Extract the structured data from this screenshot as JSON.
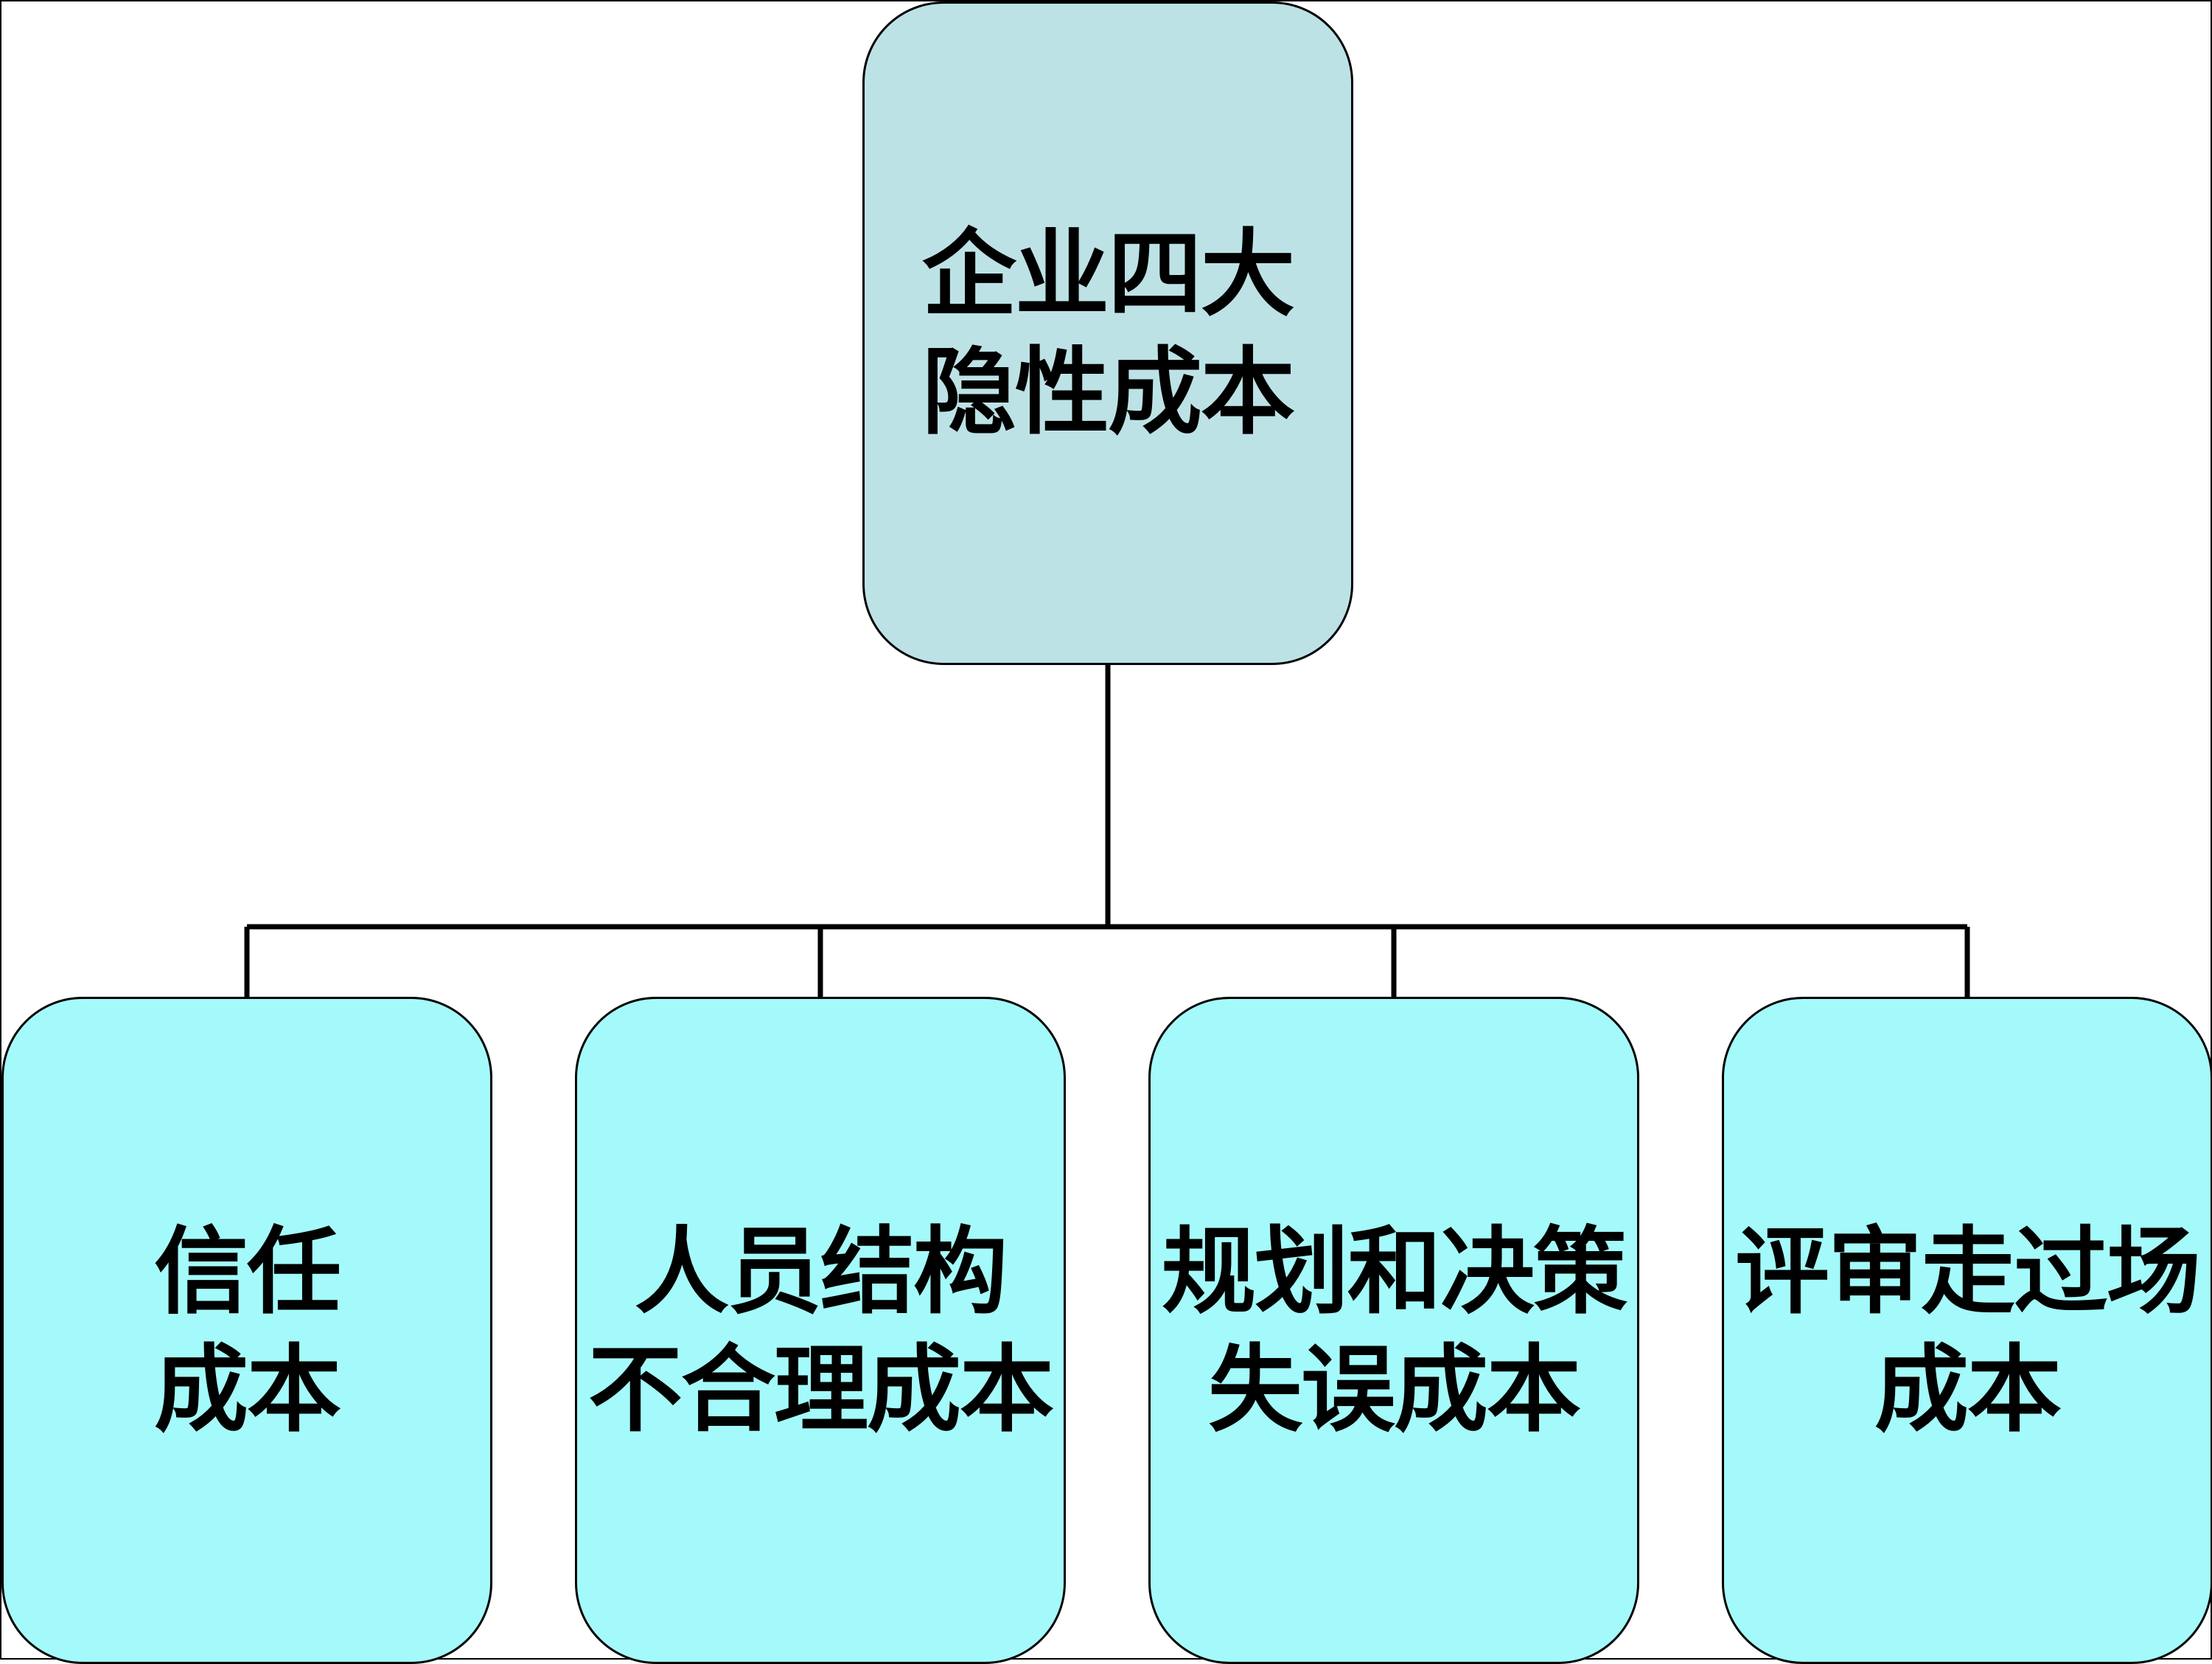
{
  "colors": {
    "root_fill": "#BDE2E6",
    "child_fill": "#A4FAFA",
    "stroke": "#000000",
    "background": "#FFFFFF"
  },
  "root": {
    "lines": [
      "企业四大",
      "隐性成本"
    ]
  },
  "children": [
    {
      "lines": [
        "信任",
        "成本"
      ]
    },
    {
      "lines": [
        "人员结构",
        "不合理成本"
      ]
    },
    {
      "lines": [
        "规划和决策",
        "失误成本"
      ]
    },
    {
      "lines": [
        "评审走过场",
        "成本"
      ]
    }
  ]
}
